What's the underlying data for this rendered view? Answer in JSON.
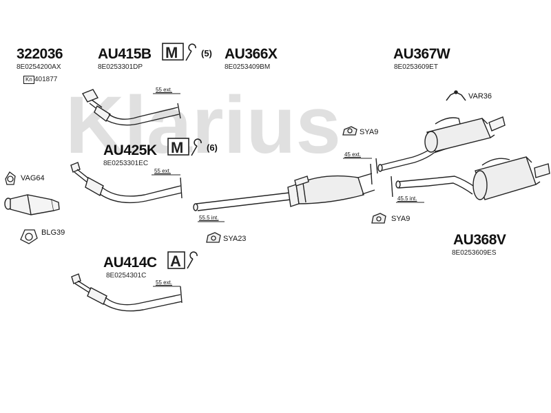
{
  "watermark": {
    "text": "Klarius",
    "color": "#c8c8c8"
  },
  "parts": [
    {
      "id": "322036",
      "code": "322036",
      "oem": "8E0254200AX",
      "extra_badge": "Kn",
      "extra_number": "401877"
    },
    {
      "id": "au415b",
      "code": "AU415B",
      "oem": "8E0253301DP"
    },
    {
      "id": "au366x",
      "code": "AU366X",
      "oem": "8E0253409BM"
    },
    {
      "id": "au367w",
      "code": "AU367W",
      "oem": "8E0253609ET"
    },
    {
      "id": "au425k",
      "code": "AU425K",
      "oem": "8E0253301EC"
    },
    {
      "id": "au414c",
      "code": "AU414C",
      "oem": "8E0254301C"
    },
    {
      "id": "au368v",
      "code": "AU368V",
      "oem": "8E0253609ES"
    }
  ],
  "fitting_kits": [
    {
      "id": "kit1",
      "icon": "mounting-kit-icon",
      "letter": "M",
      "qty": "(5)"
    },
    {
      "id": "kit2",
      "icon": "mounting-kit-icon",
      "letter": "M",
      "qty": "(6)"
    },
    {
      "id": "kit3",
      "icon": "assembly-kit-icon",
      "letter": "A"
    }
  ],
  "accessories": [
    {
      "id": "var36",
      "label": "VAR36",
      "icon": "hanger-bracket-icon"
    },
    {
      "id": "sya9-top",
      "label": "SYA9",
      "icon": "rubber-mount-icon"
    },
    {
      "id": "vag64",
      "label": "VAG64",
      "icon": "gasket-ring-icon"
    },
    {
      "id": "blg39",
      "label": "BLG39",
      "icon": "flange-gasket-icon"
    },
    {
      "id": "sya23",
      "label": "SYA23",
      "icon": "rubber-mount-icon"
    },
    {
      "id": "sya9-bottom",
      "label": "SYA9",
      "icon": "rubber-mount-icon"
    }
  ],
  "dimensions": [
    {
      "id": "d1",
      "text": "55 ext."
    },
    {
      "id": "d2",
      "text": "55 ext."
    },
    {
      "id": "d3",
      "text": "55 ext."
    },
    {
      "id": "d4",
      "text": "45 ext."
    },
    {
      "id": "d5",
      "text": "55.5 int."
    },
    {
      "id": "d6",
      "text": "45.5 int."
    }
  ],
  "colors": {
    "line": "#222222",
    "pipe_fill": "#f4f4f4",
    "muffler_fill": "#eeeeee"
  }
}
